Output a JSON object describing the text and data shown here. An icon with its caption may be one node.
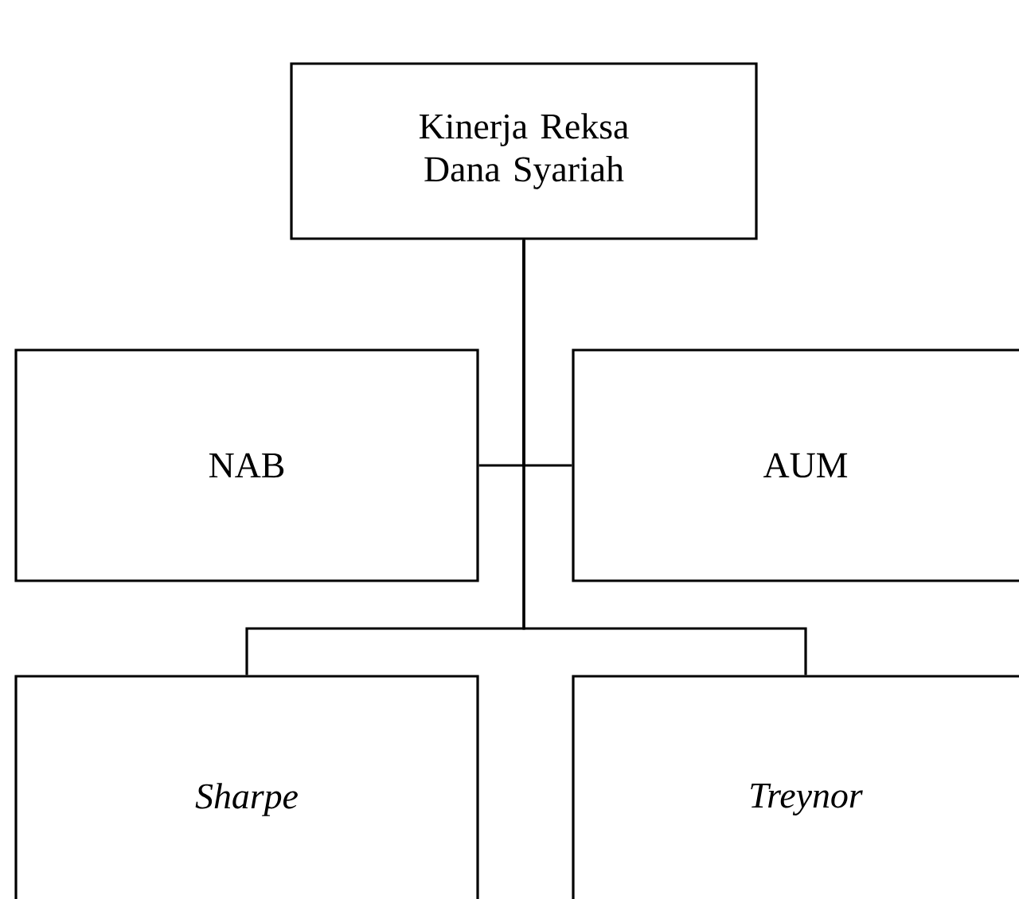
{
  "diagram": {
    "nodes": [
      {
        "text": [
          "Kinerja Reksa Dana Syariah"
        ]
      },
      {
        "text": [
          "NAB"
        ]
      },
      {
        "text": [
          "AUM"
        ]
      },
      {
        "text": [
          "*Sharpe*"
        ]
      },
      {
        "text": [
          "*Treynor*"
        ]
      }
    ],
    "edges": [
      {
        "from": 0,
        "to": 1,
        "arrow": "none"
      },
      {
        "from": 0,
        "to": 2,
        "arrow": "none"
      },
      {
        "from": 0,
        "to": 3,
        "arrow": "none"
      },
      {
        "from": 0,
        "to": 4,
        "arrow": "none"
      }
    ]
  }
}
